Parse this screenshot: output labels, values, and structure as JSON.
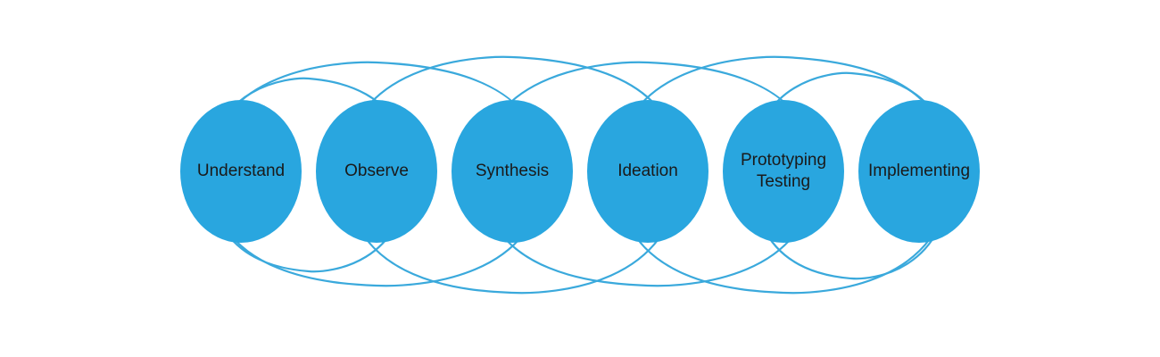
{
  "diagram": {
    "colors": {
      "circle_fill": "#29a6df",
      "arc_stroke": "#3aa9dc",
      "label_text": "#1a1a1a",
      "background": "#ffffff"
    },
    "stages": [
      {
        "id": "understand",
        "lines": [
          "Understand"
        ]
      },
      {
        "id": "observe",
        "lines": [
          "Observe"
        ]
      },
      {
        "id": "synthesis",
        "lines": [
          "Synthesis"
        ]
      },
      {
        "id": "ideation",
        "lines": [
          "Ideation"
        ]
      },
      {
        "id": "prototyping-testing",
        "lines": [
          "Prototyping",
          "Testing"
        ]
      },
      {
        "id": "implementing",
        "lines": [
          "Implementing"
        ]
      }
    ],
    "connections": [
      {
        "from": "understand",
        "to": "synthesis"
      },
      {
        "from": "observe",
        "to": "ideation"
      },
      {
        "from": "synthesis",
        "to": "prototyping-testing"
      },
      {
        "from": "ideation",
        "to": "implementing"
      },
      {
        "from": "understand",
        "to": "observe"
      },
      {
        "from": "prototyping-testing",
        "to": "implementing"
      }
    ]
  }
}
